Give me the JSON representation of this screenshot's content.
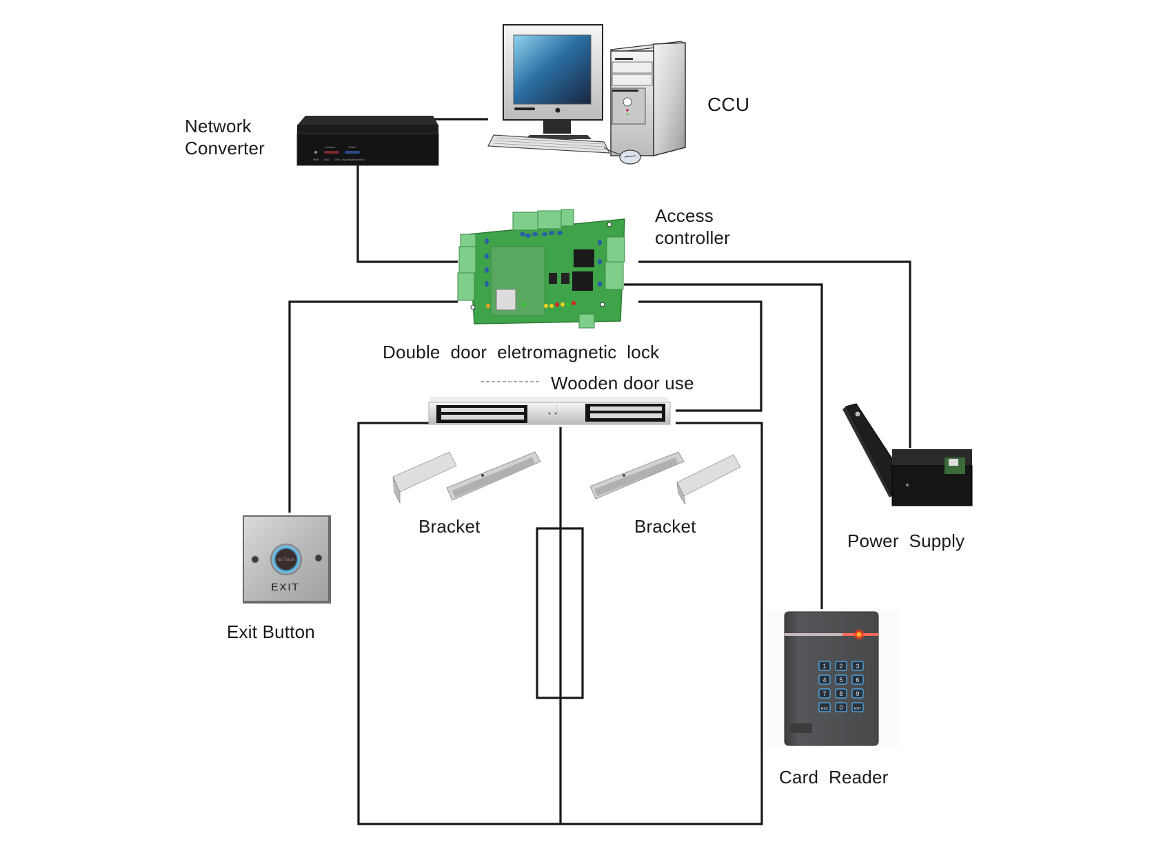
{
  "diagram": {
    "title": "Access control system wiring diagram",
    "nodes": {
      "ccu": {
        "label": "CCU"
      },
      "network_converter": {
        "label_line1": "Network",
        "label_line2": "Converter",
        "front_panel": [
          "PWR",
          "LAN2",
          "LAN1",
          "Sync/Mode",
          "Link/Act"
        ],
        "front_headers": [
          "Link/Act",
          "COAX"
        ]
      },
      "access_controller": {
        "label_line1": "Access",
        "label_line2": "controller"
      },
      "maglock": {
        "label": "Double  door  eletromagnetic  lock",
        "note": "Wooden door use"
      },
      "bracket_left": {
        "label": "Bracket"
      },
      "bracket_right": {
        "label": "Bracket"
      },
      "exit_button": {
        "label": "Exit Button",
        "plate_text": "EXIT",
        "button_text": "No Touch"
      },
      "power_supply": {
        "label": "Power  Supply"
      },
      "card_reader": {
        "label": "Card  Reader",
        "keys": [
          "1",
          "2",
          "3",
          "4",
          "5",
          "6",
          "7",
          "8",
          "9",
          "ESC",
          "0",
          "ENT"
        ]
      }
    },
    "connections": [
      {
        "from": "Network Converter",
        "to": "CCU"
      },
      {
        "from": "Network Converter",
        "to": "Access controller"
      },
      {
        "from": "Access controller",
        "to": "Exit Button"
      },
      {
        "from": "Access controller",
        "to": "Power Supply"
      },
      {
        "from": "Access controller",
        "to": "Card Reader"
      },
      {
        "from": "Access controller",
        "to": "Double door eletromagnetic lock"
      }
    ],
    "colors": {
      "wire": "#1b1717",
      "pcb_green": "#3fa34a",
      "terminal_green": "#7fcf8a",
      "device_black": "#1e1e1e",
      "aluminum": "#d6d8da",
      "monitor_blue": "#1e5a8a",
      "reader_gray": "#4a4c4e",
      "led_red": "#ff3a1a",
      "key_glow": "#4fb6ff"
    }
  }
}
